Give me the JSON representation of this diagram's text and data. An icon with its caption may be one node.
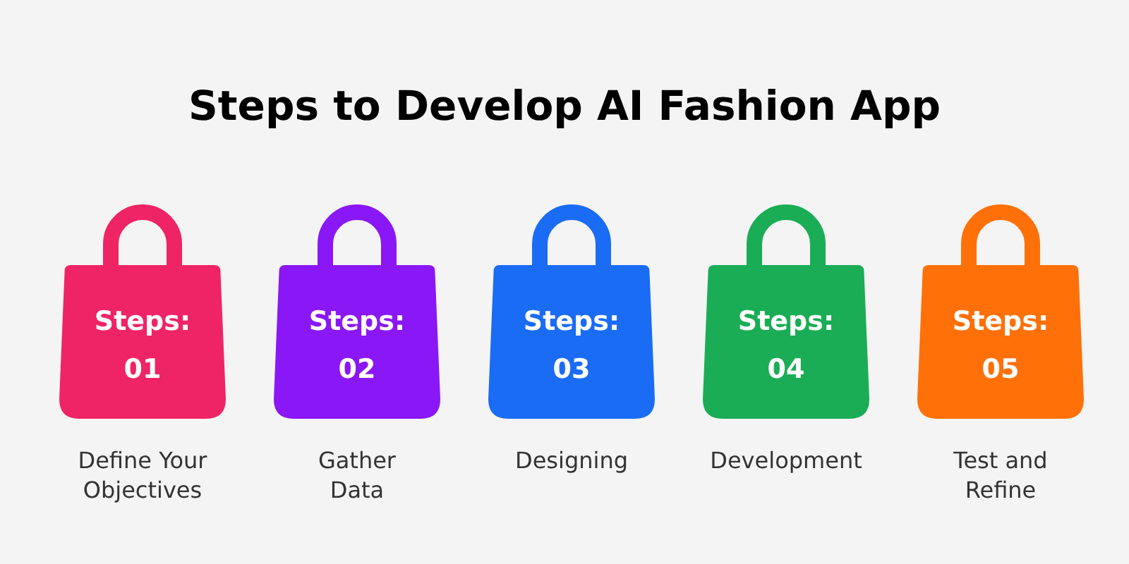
{
  "diagram": {
    "title": "Steps to Develop AI Fashion App",
    "nodes": [
      {
        "text": [
          "Steps: 01"
        ],
        "beside": [
          "Define Your Objectives"
        ]
      },
      {
        "text": [
          "Steps: 02"
        ],
        "beside": [
          "Gather Data"
        ]
      },
      {
        "text": [
          "Steps: 03"
        ],
        "beside": [
          "Designing"
        ]
      },
      {
        "text": [
          "Steps: 04"
        ],
        "beside": [
          "Development"
        ]
      },
      {
        "text": [
          "Steps: 05"
        ],
        "beside": [
          "Test and Refine"
        ]
      }
    ]
  }
}
